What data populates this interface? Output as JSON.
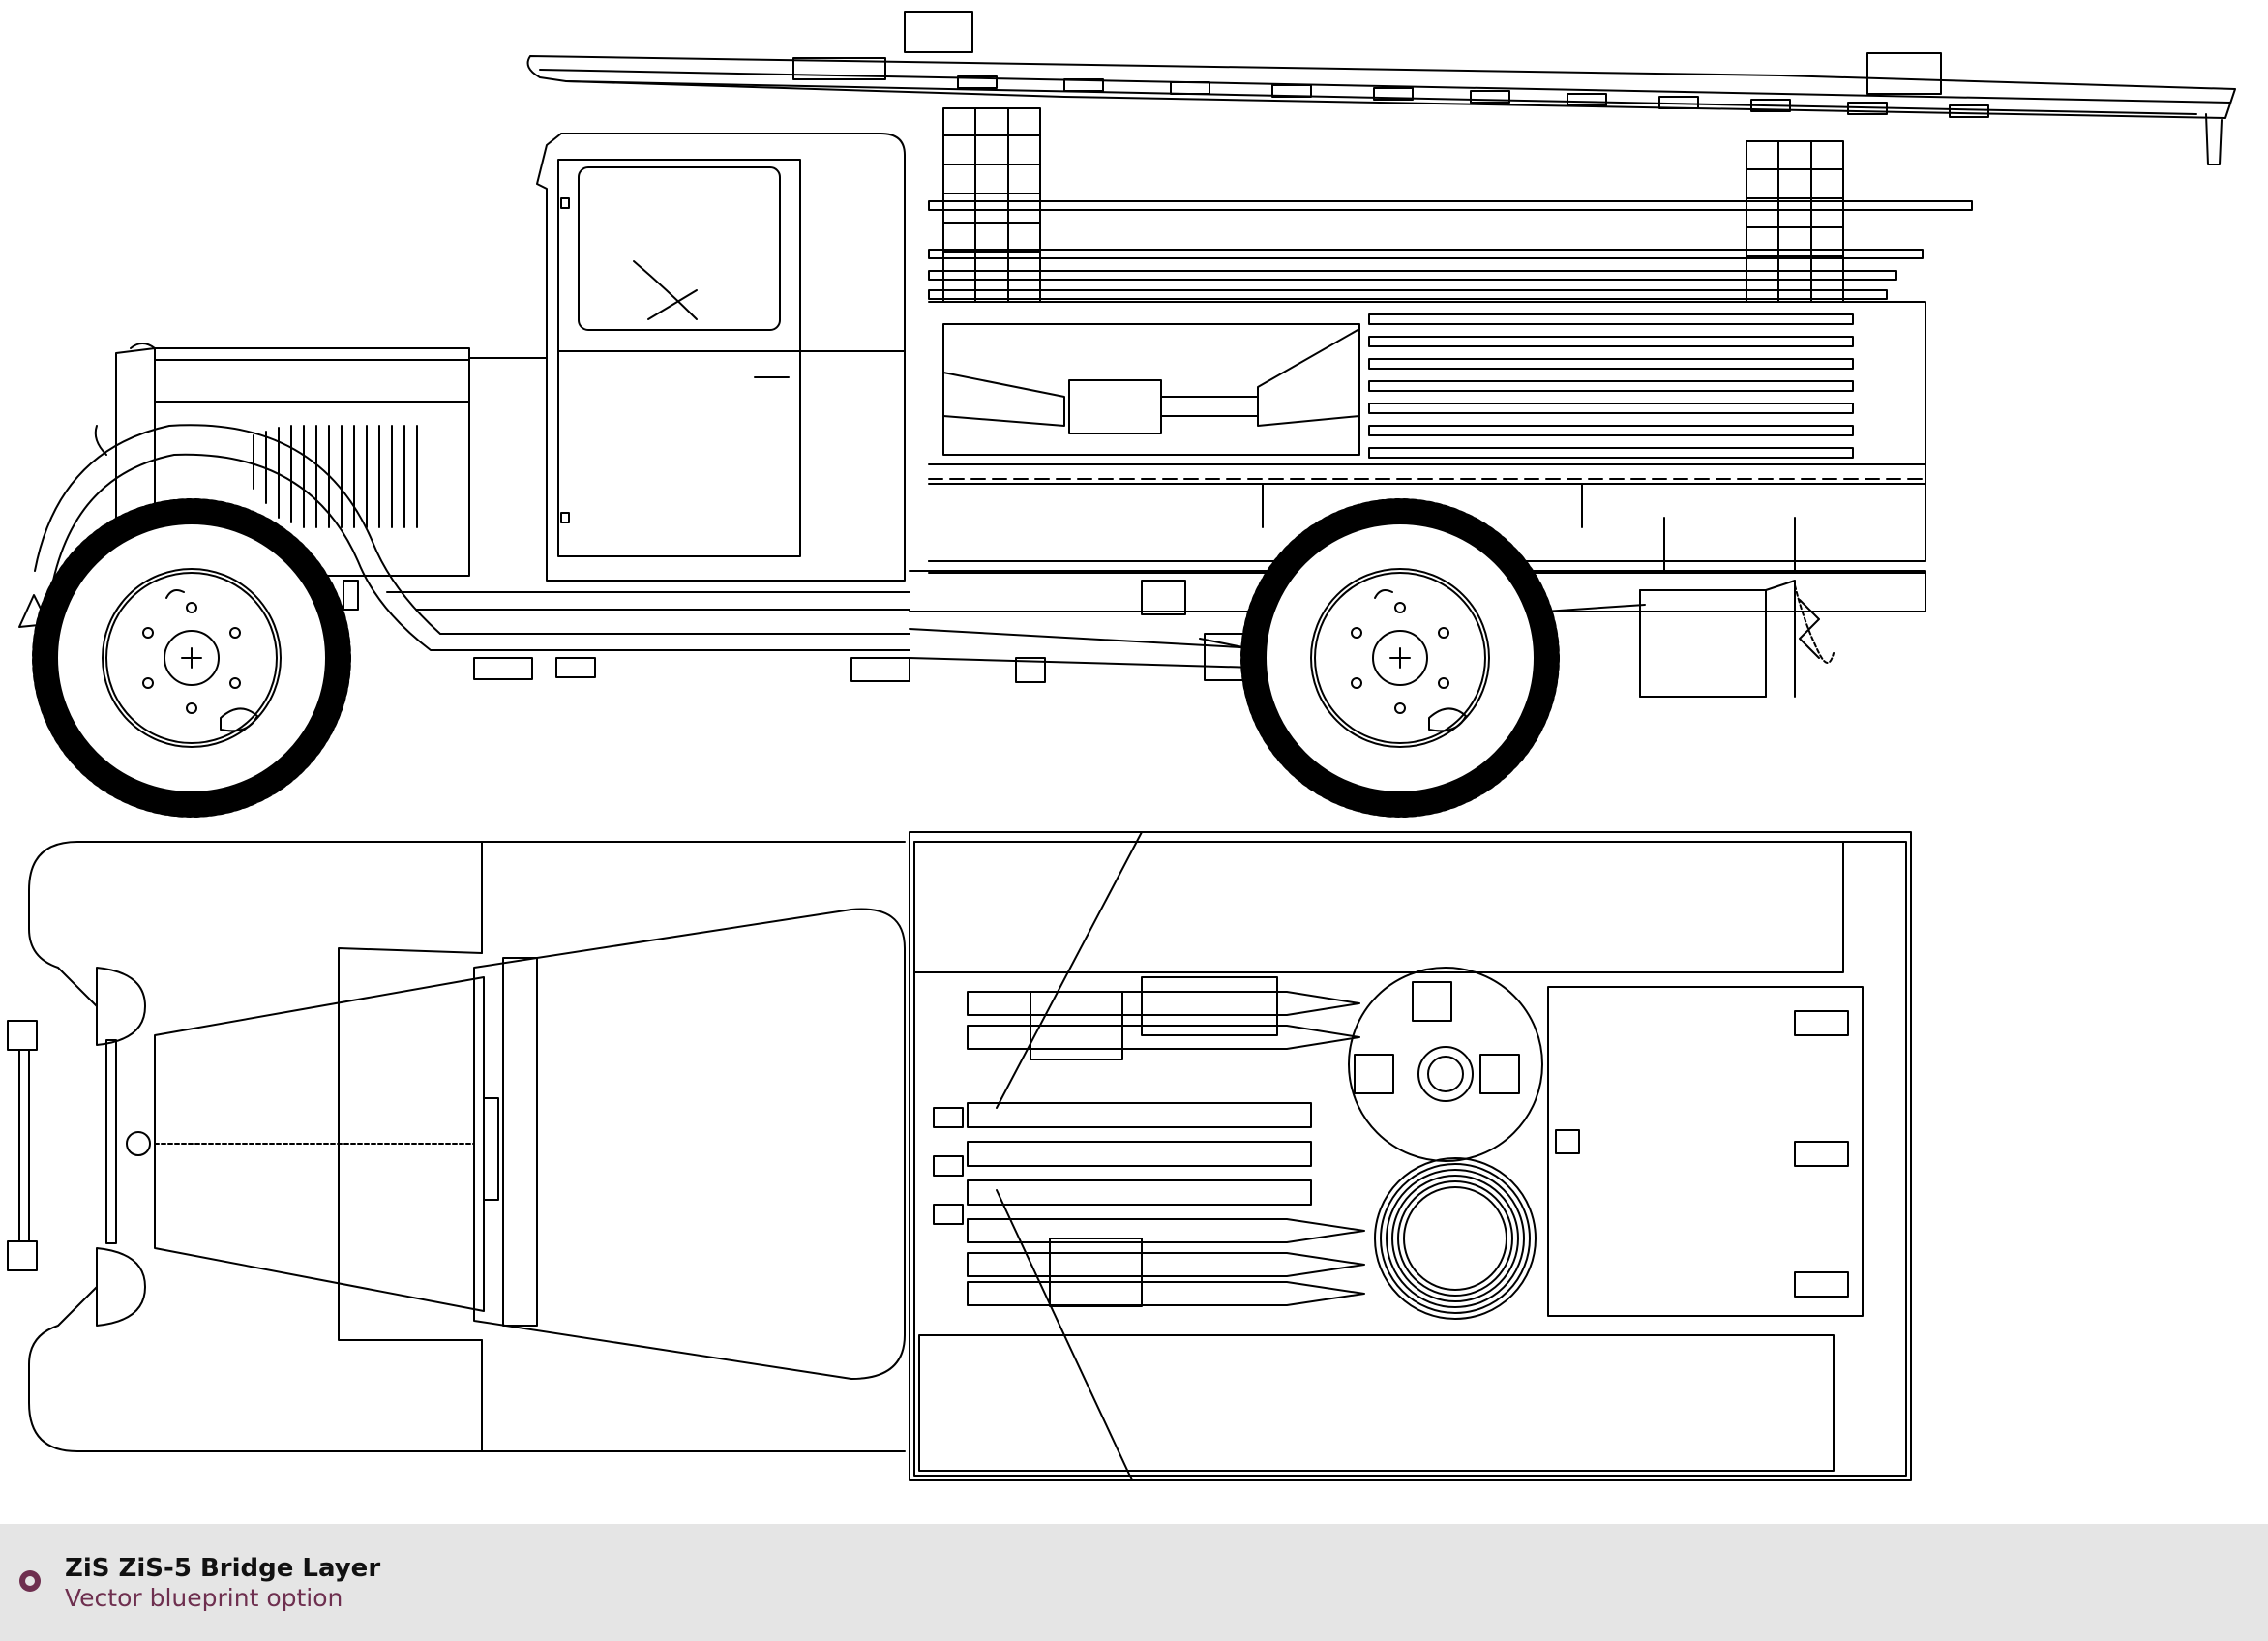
{
  "footer": {
    "title": "ZiS ZiS-5 Bridge Layer",
    "subtitle": "Vector blueprint option",
    "badge_color": "#6e2f4f"
  },
  "drawing": {
    "icon": "truck-blueprint",
    "line_color": "#000000",
    "background": "#ffffff"
  }
}
